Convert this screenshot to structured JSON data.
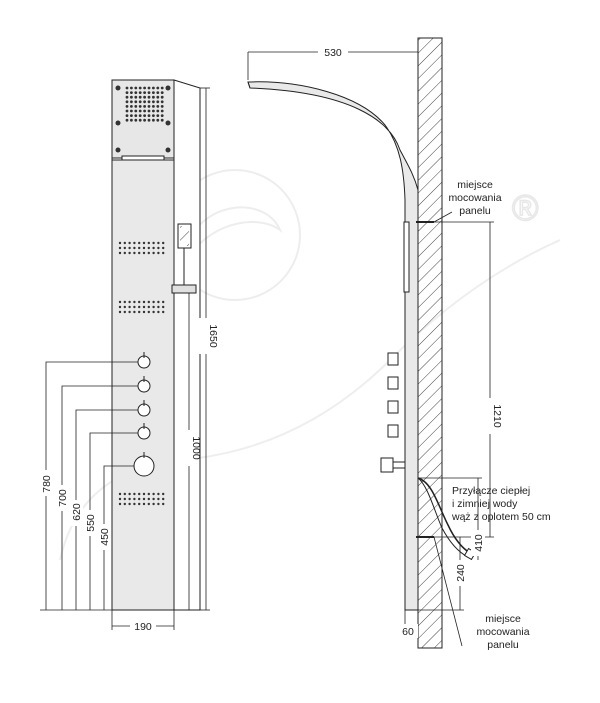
{
  "front_view": {
    "dimensions": {
      "height_total": "1650",
      "height_1000": "1000",
      "width": "190",
      "level_780": "780",
      "level_700": "700",
      "level_620": "620",
      "level_550": "550",
      "level_450": "450"
    }
  },
  "side_view": {
    "dimensions": {
      "arm_reach": "530",
      "mount_spacing": "1210",
      "hose_410": "410",
      "hose_240": "240",
      "wall_offset": "60"
    },
    "notes": {
      "mount_top": [
        "miejsce",
        "mocowania",
        "panelu"
      ],
      "connection": [
        "Przyłącze ciepłej",
        "i zimniej wody",
        "wąż z oplotem 50 cm"
      ],
      "mount_bottom": [
        "miejsce",
        "mocowania",
        "panelu"
      ]
    }
  },
  "watermark": {
    "registered_mark": "®"
  }
}
